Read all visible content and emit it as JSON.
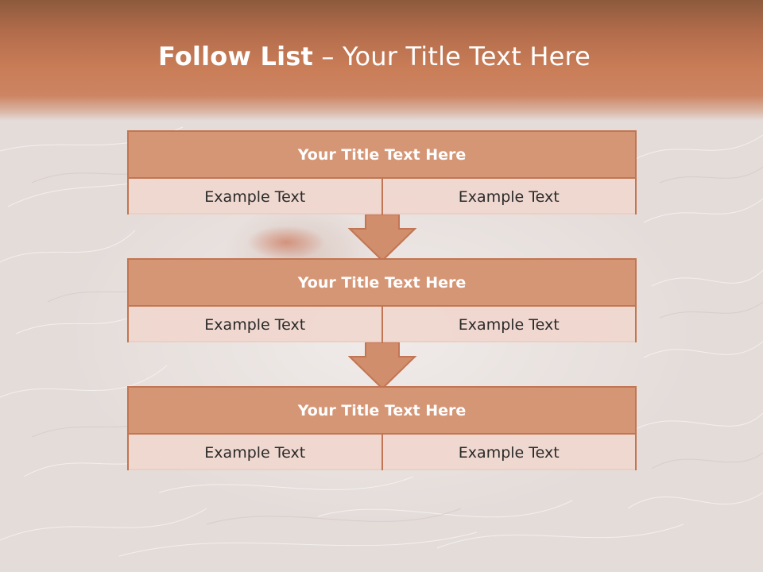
{
  "slide": {
    "title_bold": "Follow List",
    "title_rest": " – Your Title Text Here"
  },
  "steps": [
    {
      "title": "Your Title Text Here",
      "left": "Example Text",
      "right": "Example Text"
    },
    {
      "title": "Your Title Text Here",
      "left": "Example Text",
      "right": "Example Text"
    },
    {
      "title": "Your Title Text Here",
      "left": "Example Text",
      "right": "Example Text"
    }
  ],
  "colors": {
    "header": "#c97d57",
    "box_head": "#d59676",
    "box_border": "#c27552",
    "box_cell": "#f0d7ce"
  },
  "icons": {
    "connector": "down-arrow-icon"
  }
}
